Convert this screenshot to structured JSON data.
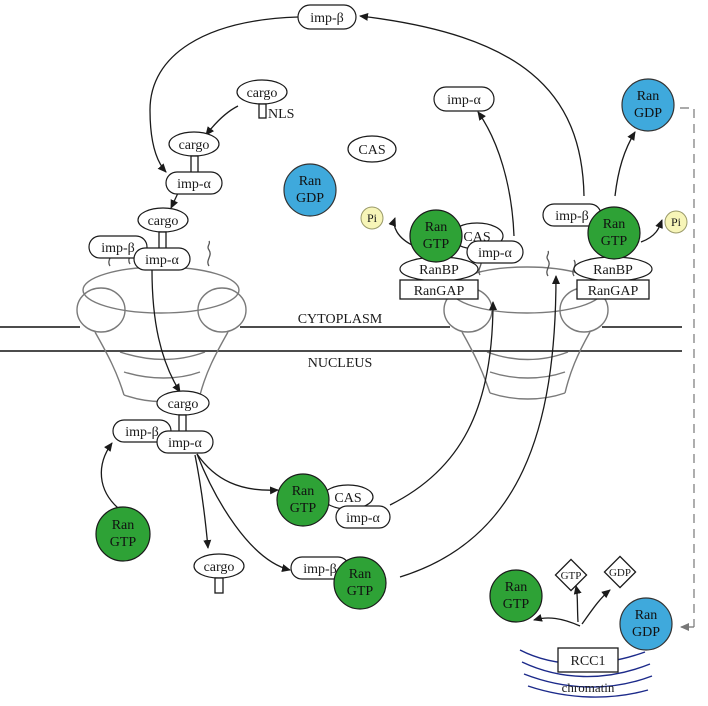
{
  "compartments": {
    "cytoplasm": "CYTOPLASM",
    "nucleus": "NUCLEUS"
  },
  "labels": {
    "imp_beta": "imp-β",
    "imp_alpha": "imp-α",
    "cargo": "cargo",
    "nls": "NLS",
    "cas": "CAS",
    "ran": "Ran",
    "gtp": "GTP",
    "gdp": "GDP",
    "pi": "Pi",
    "ranbp": "RanBP",
    "rangap": "RanGAP",
    "rcc1": "RCC1",
    "chromatin": "chromatin"
  },
  "colors": {
    "ran_gtp": "#2ea236",
    "ran_gdp": "#3fa9dc",
    "pi": "#f7f5b8",
    "pore": "#7a7a7a",
    "chromatin": "#1c2a8a"
  }
}
